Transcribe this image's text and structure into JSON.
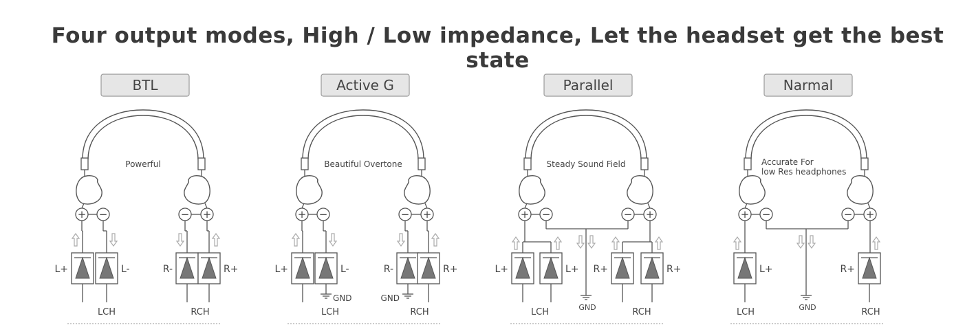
{
  "title": "Four output modes, High  / Low impedance, Let the headset get the best state",
  "modes": [
    {
      "name": "BTL",
      "caption": [
        "Powerful"
      ],
      "amps": [
        "L+",
        "L-",
        "R-",
        "R+"
      ],
      "gnd": "",
      "left_channel": "LCH",
      "right_channel": "RCH"
    },
    {
      "name": "Active  G",
      "caption": [
        "Beautiful Overtone"
      ],
      "amps": [
        "L+",
        "L-",
        "R-",
        "R+"
      ],
      "gnd_left": "GND",
      "gnd_right": "GND",
      "left_channel": "LCH",
      "right_channel": "RCH"
    },
    {
      "name": "Parallel",
      "caption": [
        "Steady Sound Field"
      ],
      "amps": [
        "L+",
        "L+",
        "R+",
        "R+"
      ],
      "gnd": "GND",
      "left_channel": "LCH",
      "right_channel": "RCH"
    },
    {
      "name": "Narmal",
      "caption": [
        "Accurate For",
        "low Res headphones"
      ],
      "amps": [
        "L+",
        "R+"
      ],
      "gnd": "GND",
      "left_channel": "LCH",
      "right_channel": "RCH"
    }
  ],
  "terminal_symbols": {
    "plus": "+",
    "minus": "−"
  },
  "colors": {
    "line": "#555555",
    "label_box": "#e6e6e6",
    "triangle": "#777777",
    "arrow": "#aaaaaa"
  }
}
